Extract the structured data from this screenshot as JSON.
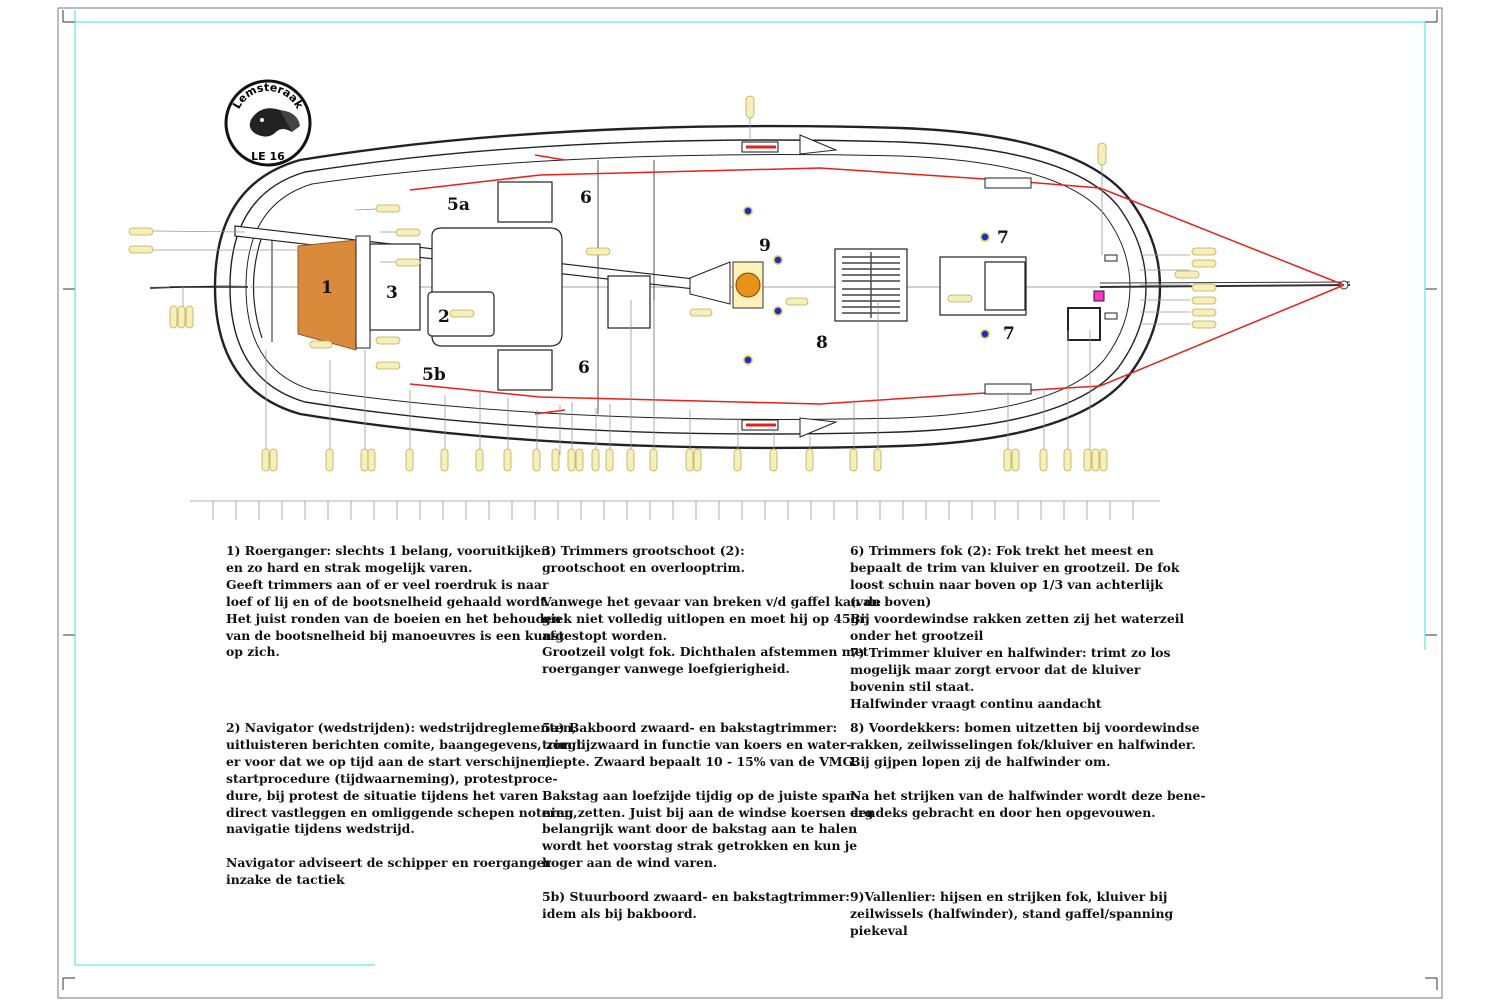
{
  "logo": {
    "name": "Lemsteraak",
    "number": "LE 16"
  },
  "diagram": {
    "labels": {
      "p1": "1",
      "p2": "2",
      "p3": "3",
      "p5a": "5a",
      "p5b": "5b",
      "p6a": "6",
      "p6b": "6",
      "p7a": "7",
      "p7b": "7",
      "p8": "8",
      "p9": "9"
    }
  },
  "notes": {
    "note1": "1) Roerganger: slechts 1 belang, vooruitkijken\nen zo hard en strak mogelijk varen.\nGeeft trimmers aan of er veel roerdruk is naar\nloef of lij en of de bootsnelheid gehaald wordt.\nHet juist ronden van de boeien en het behouden\nvan de bootsnelheid bij manoeuvres is een kunst\nop zich.",
    "note2": "2) Navigator (wedstrijden): wedstrijdreglementen,\nuitluisteren berichten comite, baangegevens, zorgt\ner voor dat we op tijd aan de start verschijnen,\nstartprocedure (tijdwaarneming), protestproce-\ndure, bij protest de situatie tijdens het varen\ndirect vastleggen en omliggende schepen noteren,\nnavigatie tijdens wedstrijd.\n\nNavigator adviseert de schipper en roerganger\ninzake de tactiek",
    "note3": "3) Trimmers grootschoot (2):\ngrootschoot en overlooptrim.\n\nVanwege het gevaar van breken v/d gaffel kan de\ngiek niet volledig uitlopen en moet hij op 45gr.\nafgestopt worden.\nGrootzeil volgt fok. Dichthalen afstemmen met\nroerganger vanwege loefgierigheid.",
    "note5a": "5a) Bakboord zwaard- en bakstagtrimmer:\ntrim lijzwaard in functie van koers en water-\ndiepte. Zwaard bepaalt 10 - 15% van de VMG.\n\nBakstag aan loefzijde tijdig op de juiste span-\nning zetten. Juist bij aan de windse koersen erg\nbelangrijk want door de bakstag aan te halen\nwordt het voorstag strak getrokken en kun je\nhoger aan de wind varen.",
    "note5b": "5b) Stuurboord zwaard- en bakstagtrimmer:\nidem als bij bakboord.",
    "note6": "6) Trimmers fok (2): Fok trekt het meest en\nbepaalt de trim van kluiver en grootzeil. De fok\nloost schuin naar boven op 1/3 van achterlijk\n(van boven)\nBij voordewindse rakken zetten zij het waterzeil\nonder het grootzeil",
    "note7": "7) Trimmer kluiver en halfwinder: trimt zo los\nmogelijk maar zorgt ervoor dat de kluiver\nbovenin stil staat.\nHalfwinder vraagt continu aandacht",
    "note8": "8) Voordekkers: bomen uitzetten bij voordewindse\nrakken, zeilwisselingen fok/kluiver en halfwinder.\nBij gijpen lopen zij de halfwinder om.\n\nNa het strijken van de halfwinder wordt deze bene-\ndendeks gebracht en door hen opgevouwen.",
    "note9": "9)Vallenlier: hijsen en strijken fok, kluiver bij\nzeilwissels (halfwinder), stand gaffel/spanning\npiekeval"
  },
  "colors": {
    "rigging": "#e8201c",
    "crew_marker": "#1a2bd6",
    "cockpit_grating": "#d98a3a",
    "cutmark": "#34e0e8",
    "label_pill": "#f6f0b8"
  }
}
